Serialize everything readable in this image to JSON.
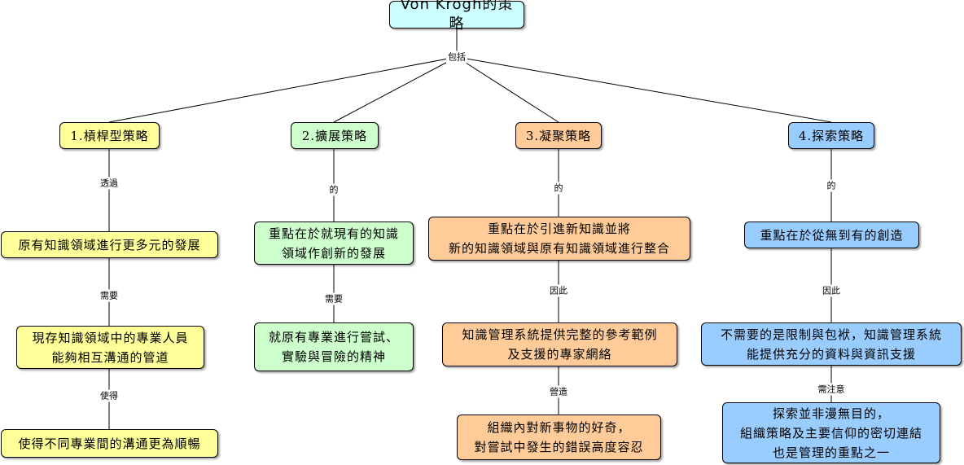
{
  "root": "Von Krogh的策略",
  "root_link": "包括",
  "branches": [
    {
      "title": "1.槓桿型策略",
      "link1": "透過",
      "n1": "原有知識領域進行更多元的發展",
      "link2": "需要",
      "n2": "現存知識領域中的專業人員\n能夠相互溝通的管道",
      "link3": "使得",
      "n3": "使得不同專業間的溝通更為順暢"
    },
    {
      "title": "2.擴展策略",
      "link1": "的",
      "n1": "重點在於就現有的知識\n領域作創新的發展",
      "link2": "需要",
      "n2": "就原有專業進行嘗試、\n實驗與冒險的精神"
    },
    {
      "title": "3.凝聚策略",
      "link1": "的",
      "n1": "重點在於引進新知識並將\n新的知識領域與原有知識領域進行整合",
      "link2": "因此",
      "n2": "知識管理系統提供完整的參考範例\n及支援的專家網絡",
      "link3": "營造",
      "n3": "組織內對新事物的好奇，\n對嘗試中發生的錯誤高度容忍"
    },
    {
      "title": "4.探索策略",
      "link1": "的",
      "n1": "重點在於從無到有的創造",
      "link2": "因此",
      "n2": "不需要的是限制與包袱，知識管理系統\n能提供充分的資料與資訊支援",
      "link3": "需注意",
      "n3": "探索並非漫無目的，\n組織策略及主要信仰的密切連結\n也是管理的重點之一"
    }
  ],
  "colors": {
    "root": "#ccffff",
    "branch1": "#ffff99",
    "branch2": "#ccffcc",
    "branch3": "#ffcc99",
    "branch4": "#99ccff",
    "connector": "#000000"
  }
}
